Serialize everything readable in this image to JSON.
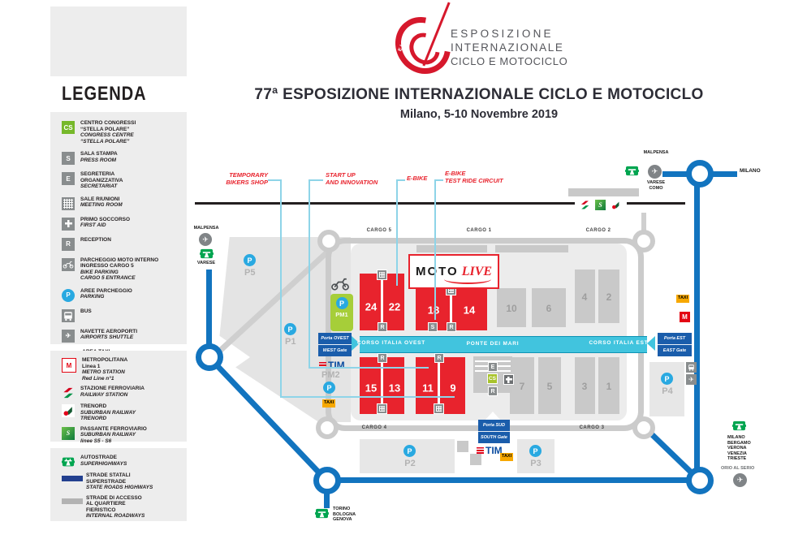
{
  "brand": {
    "mark_letters": "EICMA",
    "line1": "ESPOSIZIONE",
    "line2": "INTERNAZIONALE",
    "line3": "CICLO E MOTOCICLO"
  },
  "header": {
    "title": "77ª ESPOSIZIONE INTERNAZIONALE CICLO E MOTOCICLO",
    "subtitle": "Milano, 5-10 Novembre 2019"
  },
  "legend": {
    "title": "LEGENDA",
    "items": [
      {
        "id": "congress-centre",
        "it": "CENTRO CONGRESSI\n“STELLA POLARE”",
        "en": "CONGRESS CENTRE\n“STELLA POLARE”"
      },
      {
        "id": "press-room",
        "it": "SALA STAMPA",
        "en": "PRESS ROOM"
      },
      {
        "id": "secretariat",
        "it": "SEGRETERIA\nORGANIZZATIVA",
        "en": "SECRETARIAT"
      },
      {
        "id": "meeting-room",
        "it": "SALE RIUNIONI",
        "en": "MEETING ROOM"
      },
      {
        "id": "first-aid",
        "it": "PRIMO SOCCORSO",
        "en": "FIRST AID"
      },
      {
        "id": "reception",
        "it": "RECEPTION",
        "en": ""
      },
      {
        "id": "bike-parking",
        "it": "PARCHEGGIO MOTO INTERNO\nINGRESSO CARGO 5",
        "en": "BIKE PARKING\nCARGO 5 ENTRANCE"
      },
      {
        "id": "parking",
        "it": "AREE PARCHEGGIO",
        "en": "PARKING"
      },
      {
        "id": "bus",
        "it": "BUS",
        "en": ""
      },
      {
        "id": "airports-shuttle",
        "it": "NAVETTE AEROPORTI",
        "en": "AIRPORTS SHUTTLE"
      },
      {
        "id": "taxi-area",
        "it": "AREA TAXI",
        "en": ""
      },
      {
        "id": "metro",
        "it": "METROPOLITANA\nLinea 1",
        "en": "METRO STATION\nRed Line n°1"
      },
      {
        "id": "railway-station",
        "it": "STAZIONE FERROVIARIA",
        "en": "RAILWAY STATION"
      },
      {
        "id": "trenord",
        "it": "TRENORD",
        "en": "SUBURBAN RAILWAY\nTRENORD"
      },
      {
        "id": "suburban-railway",
        "it": "PASSANTE FERROVIARIO",
        "en": "SUBURBAN RAILWAY\nlinee S5 - S6"
      },
      {
        "id": "superhighways",
        "it": "AUTOSTRADE",
        "en": "SUPERHIGHWAYS"
      },
      {
        "id": "state-roads",
        "it": "STRADE STATALI\nSUPERSTRADE",
        "en": "STATE ROADS HIGHWAYS"
      },
      {
        "id": "internal-roadways",
        "it": "STRADE DI ACCESSO\nAL QUARTIERE\nFIERISTICO",
        "en": "INTERNAL ROADWAYS"
      }
    ]
  },
  "glyphs": {
    "cs": "CS",
    "s": "S",
    "e": "E",
    "r": "R",
    "m": "M",
    "p": "P",
    "taxi": "TAXI",
    "tim": "TIM",
    "plane": "✈"
  },
  "callouts": {
    "temporary": "TEMPORARY\nBIKERS SHOP",
    "startup": "START UP\nAND INNOVATION",
    "ebike": "E-BIKE",
    "ebike_test": "E-BIKE\nTEST RIDE CIRCUIT"
  },
  "motolive": {
    "moto": "MOTO",
    "live": "LIVE"
  },
  "halls": {
    "h24": "24",
    "h22": "22",
    "h18": "18",
    "h14": "14",
    "h15": "15",
    "h13": "13",
    "h11": "11",
    "h9": "9",
    "h10": "10",
    "h6": "6",
    "h4": "4",
    "h2": "2",
    "h7": "7",
    "h5": "5",
    "h3": "3",
    "h1": "1"
  },
  "cargo": {
    "c5": "CARGO 5",
    "c1": "CARGO 1",
    "c2": "CARGO 2",
    "c4": "CARGO 4",
    "c3": "CARGO 3"
  },
  "corridor": {
    "west": "CORSO ITALIA OVEST",
    "bridge": "PONTE DEI MARI",
    "east": "CORSO ITALIA EST"
  },
  "gates": {
    "west_it": "Porta OVEST",
    "west_en": "WEST Gate",
    "east_it": "Porta EST",
    "east_en": "EAST Gate",
    "south_it": "Porta SUD",
    "south_en": "SOUTH Gate"
  },
  "parking": {
    "p1": "P1",
    "p2": "P2",
    "p3": "P3",
    "p4": "P4",
    "p5": "P5",
    "pm1": "PM1",
    "pm2": "PM2"
  },
  "places": {
    "malpensa_left": "MALPENSA",
    "varese_left": "VARESE",
    "malpensa_right": "MALPENSA",
    "varese_como": "VARESE\nCOMO",
    "milano": "MILANO",
    "torino": "TORINO\nBOLOGNA\nGENOVA",
    "east_cities": "MILANO\nBERGAMO\nVERONA\nVENEZIA\nTRIESTE",
    "orio": "ORIO AL SERIO"
  }
}
